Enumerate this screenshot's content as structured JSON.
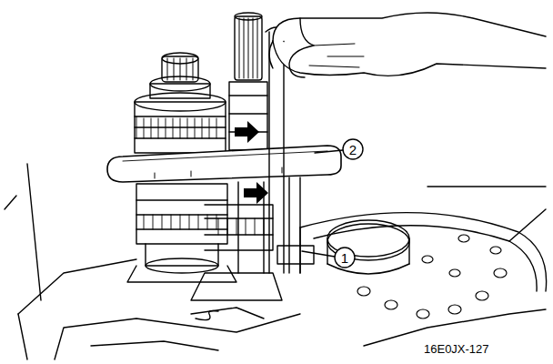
{
  "diagram": {
    "labels": [
      "2",
      "1",
      "16E0JX-127"
    ]
  }
}
